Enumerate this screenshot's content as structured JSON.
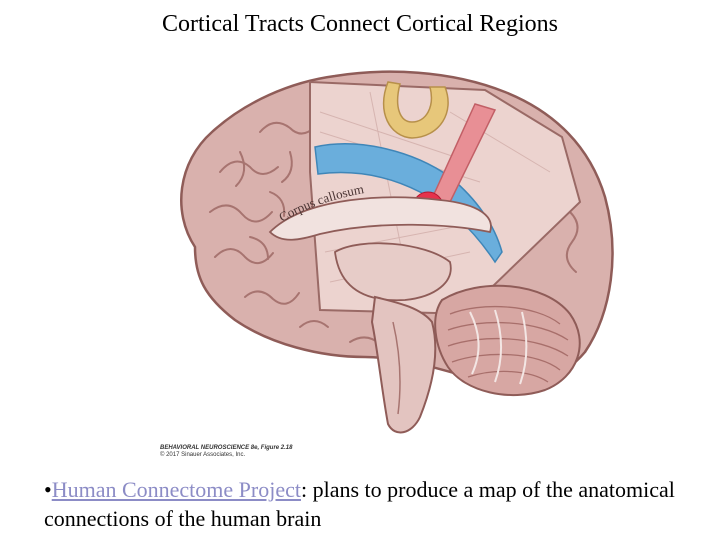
{
  "slide": {
    "title": "Cortical Tracts Connect Cortical Regions"
  },
  "figure": {
    "label": "Corpus callosum",
    "credit_line1": "BEHAVIORAL NEUROSCIENCE 8e, Figure 2.18",
    "credit_line2": "© 2017 Sinauer Associates, Inc."
  },
  "bullet": {
    "marker": "•",
    "link_text": "Human Connectome Project",
    "body_text": ":  plans to produce a map of the anatomical connections of the human brain"
  }
}
